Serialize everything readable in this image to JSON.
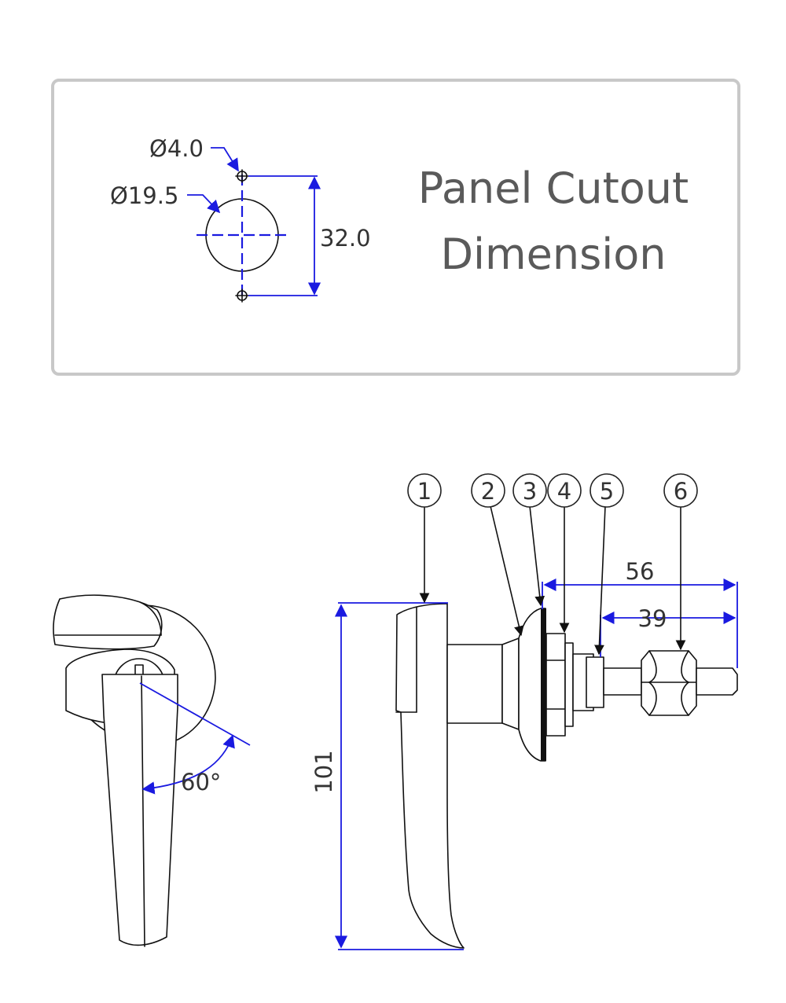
{
  "panel": {
    "title_line1": "Panel Cutout",
    "title_line2": "Dimension",
    "dim_small_hole": "Ø4.0",
    "dim_large_hole": "Ø19.5",
    "dim_hole_spacing": "32.0"
  },
  "side_view": {
    "dim_height": "101",
    "dim_overall_length": "56",
    "dim_shaft_length": "39",
    "callouts": [
      "1",
      "2",
      "3",
      "4",
      "5",
      "6"
    ]
  },
  "front_view": {
    "dim_angle": "60°"
  },
  "colors": {
    "dimension_line": "#1a1ae0",
    "outline": "#111111",
    "frame": "#c8c8c8",
    "text": "#333333"
  }
}
